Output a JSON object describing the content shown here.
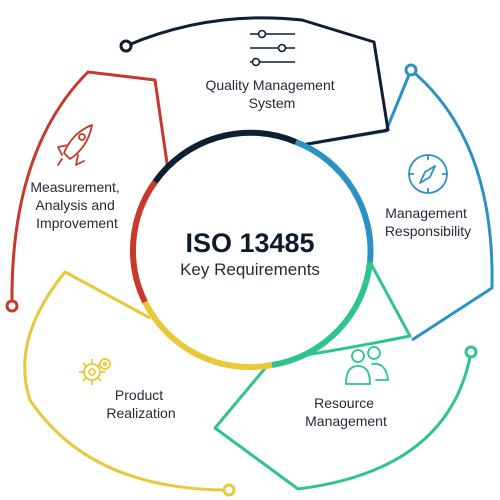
{
  "center": {
    "title": "ISO 13485",
    "subtitle": "Key Requirements"
  },
  "segments": [
    {
      "id": "qms",
      "lines": [
        "Quality Management",
        "System"
      ],
      "icon": "sliders-icon",
      "color": "#0f1f33"
    },
    {
      "id": "mgmt",
      "lines": [
        "Management",
        "Responsibility"
      ],
      "icon": "compass-icon",
      "color": "#2a93c4"
    },
    {
      "id": "resource",
      "lines": [
        "Resource",
        "Management"
      ],
      "icon": "users-icon",
      "color": "#2ec48d"
    },
    {
      "id": "product",
      "lines": [
        "Product",
        "Realization"
      ],
      "icon": "gear-icon",
      "color": "#e8c93a"
    },
    {
      "id": "measure",
      "lines": [
        "Measurement,",
        "Analysis and",
        "Improvement"
      ],
      "icon": "rocket-icon",
      "color": "#c8382b"
    }
  ]
}
